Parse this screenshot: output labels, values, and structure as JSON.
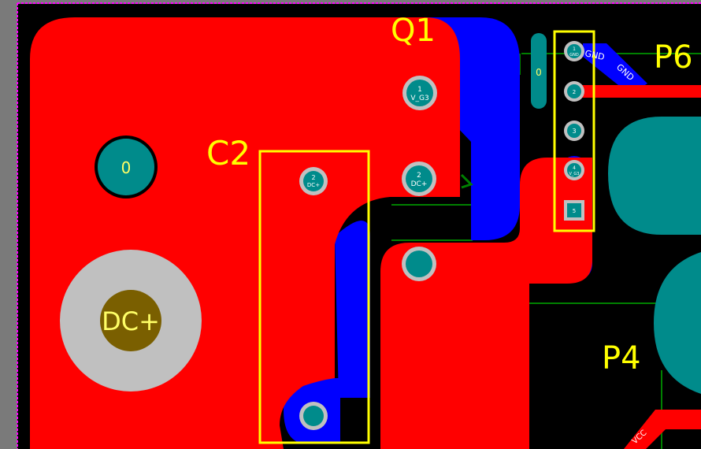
{
  "colors": {
    "background": "#000000",
    "margin_gray": "#7a7a7a",
    "board_outline": "#ff00ff",
    "top_copper": "#ff0000",
    "bottom_copper": "#0000ff",
    "silkscreen": "#ffff00",
    "pad_teal": "#008b8b",
    "pad_ring": "#c0c0c0",
    "dc_plus_center": "#7a5f00",
    "keepout_green": "#008000"
  },
  "designators": {
    "q1": "Q1",
    "c2": "C2",
    "p6": "P6",
    "p4": "P4"
  },
  "pads": {
    "q1_pin1_num": "1",
    "q1_pin1_net": "V_G3",
    "q1_pin2_num": "2",
    "q1_pin2_net": "DC+",
    "c2_pin2_num": "2",
    "c2_pin2_net": "DC+",
    "mount_hole": "0",
    "slot_hole": "0",
    "dc_plus_large": "DC+",
    "p6_pin1": "1",
    "p6_pin1_net": "GND",
    "p6_pin2": "2",
    "p6_pin3": "3",
    "p6_pin4": "4",
    "p6_pin4_net": "V_G3",
    "p6_pin5": "5"
  },
  "nets": {
    "gnd_trace_a": "GND",
    "gnd_trace_b": "GND",
    "vcc_trace": "VCC"
  }
}
